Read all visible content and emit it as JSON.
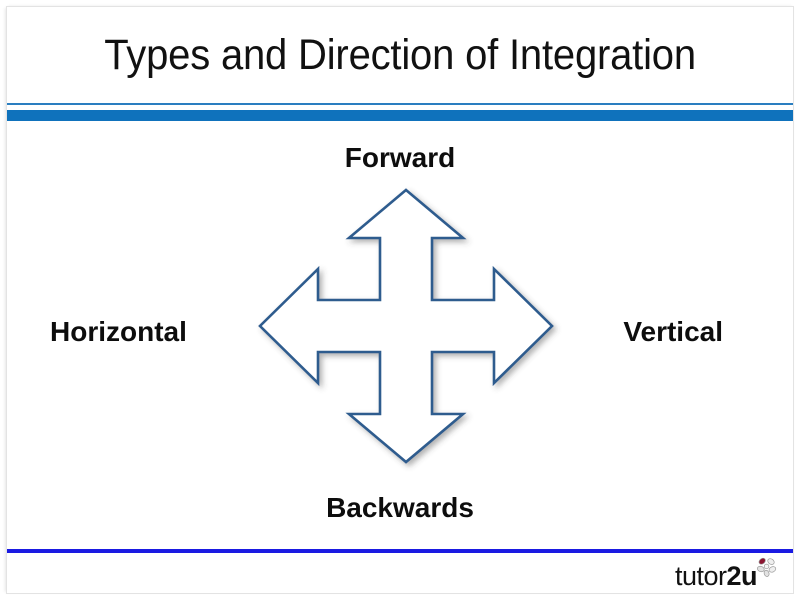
{
  "slide": {
    "title": "Types and Direction of Integration",
    "background_color": "#ffffff",
    "frame_color": "#e3e3e3"
  },
  "header": {
    "rule_thin_color": "#2a7ec0",
    "rule_thick_color": "#0f72bc"
  },
  "footer": {
    "rule_color": "#1a1ae2"
  },
  "diagram": {
    "type": "four-way-cross-arrow",
    "arrow_fill": "#ffffff",
    "arrow_stroke": "#2f5b8e",
    "labels": {
      "top": "Forward",
      "bottom": "Backwards",
      "left": "Horizontal",
      "right": "Vertical"
    },
    "label_color": "#0d0d0d"
  },
  "logo": {
    "text_plain": "tutor",
    "text_bold": "2u",
    "mark_accent_color": "#8c1430",
    "mark_petal_color": "#e8e8e8"
  }
}
